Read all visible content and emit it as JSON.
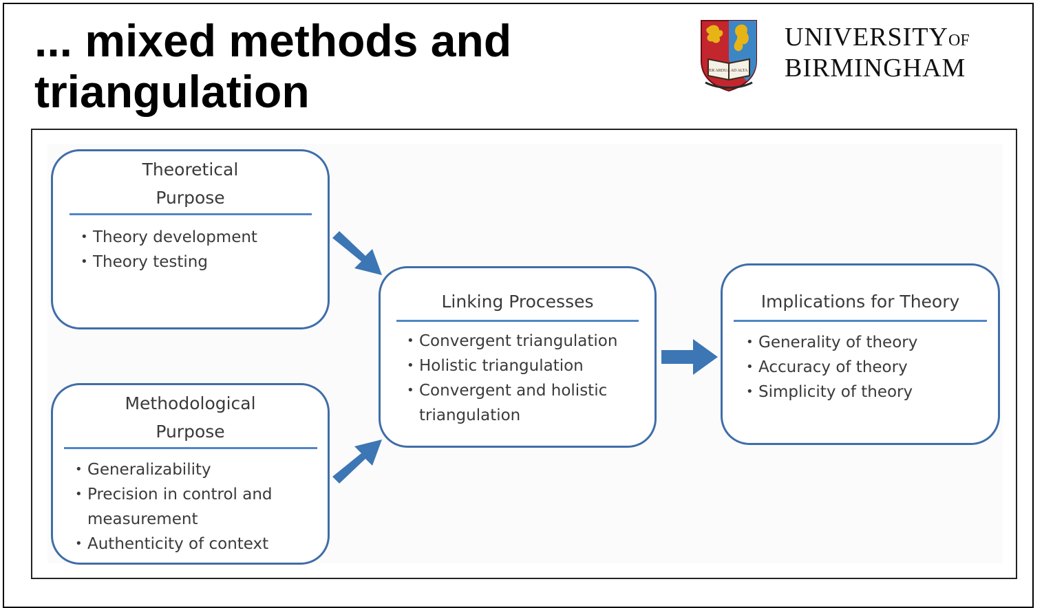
{
  "slide": {
    "title_line1": "... mixed methods and",
    "title_line2": "triangulation"
  },
  "logo": {
    "line1": "UNIVERSITY",
    "of": "OF",
    "line2": "BIRMINGHAM",
    "crest_book_left": "PER ARDUA",
    "crest_book_right": "AD ALTA",
    "colors": {
      "red": "#c4262e",
      "gold": "#e7b416",
      "blue": "#3d86c6"
    }
  },
  "diagram": {
    "colors": {
      "border": "#3f6da8",
      "rule": "#4f86c6",
      "arrow": "#3c76b4",
      "text": "#3a3a3a"
    },
    "theoretical": {
      "title_line1": "Theoretical",
      "title_line2": "Purpose",
      "items": [
        "Theory development",
        "Theory testing"
      ]
    },
    "methodological": {
      "title_line1": "Methodological",
      "title_line2": "Purpose",
      "items": [
        "Generalizability",
        "Precision in control and",
        "measurement",
        "Authenticity of context"
      ]
    },
    "linking": {
      "title": "Linking Processes",
      "items": [
        "Convergent triangulation",
        "Holistic triangulation",
        "Convergent and holistic",
        "triangulation"
      ]
    },
    "implications": {
      "title": "Implications for Theory",
      "items": [
        "Generality of theory",
        "Accuracy of theory",
        "Simplicity of theory"
      ]
    }
  }
}
